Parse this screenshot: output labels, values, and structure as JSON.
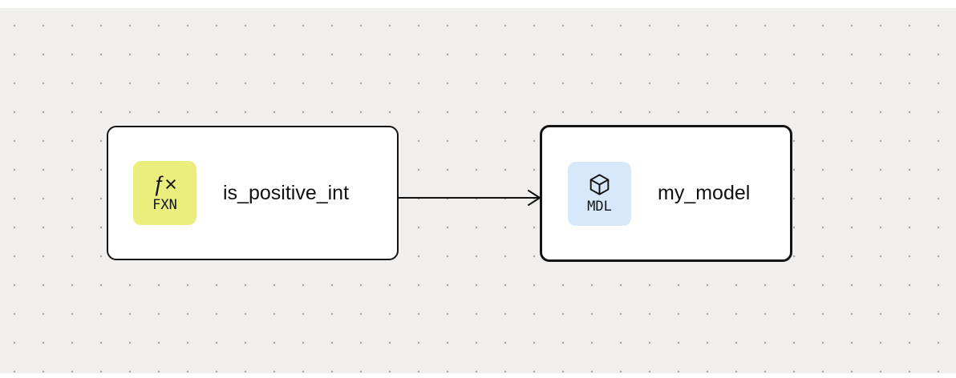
{
  "diagram": {
    "canvas": {
      "background_color": "#f0efee",
      "dot_color": "#a8a8a8"
    },
    "nodes": [
      {
        "label": "is_positive_int",
        "type": "function",
        "selected": false,
        "badge": {
          "icon": "function-icon",
          "icon_glyph": "ƒ×",
          "text": "FXN",
          "color": "#eaee7d"
        }
      },
      {
        "label": "my_model",
        "type": "model",
        "selected": true,
        "badge": {
          "icon": "cube-icon",
          "text": "MDL",
          "color": "#d8e8fb"
        }
      }
    ],
    "edge": {
      "from": "is_positive_int",
      "to": "my_model",
      "color": "#111111"
    },
    "colors": {
      "node_background": "#ffffff",
      "node_border": "#141414",
      "label_text": "#111111"
    }
  }
}
